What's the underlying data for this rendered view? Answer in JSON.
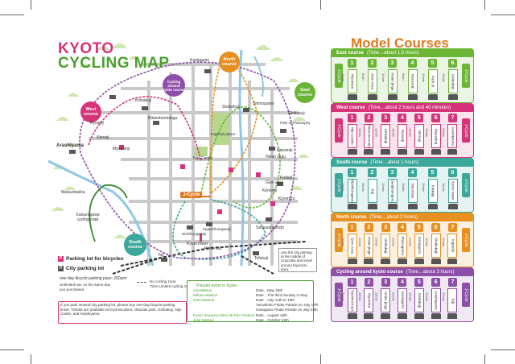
{
  "map": {
    "title_line1": "KYOTO",
    "title_line2": "CYCLING MAP",
    "bubbles": {
      "north": "North course",
      "west": "West course",
      "east": "East course",
      "south": "South course",
      "cycling_loop": "Cycling around kyoto course",
      "jcycle": "J-Cycle"
    },
    "places": {
      "kamigamo": "Kamigamo",
      "kinkakuji": "Kinkakuji",
      "ryoanji": "Ryoanji",
      "ninnaji": "Ninnaji",
      "myoshinji": "Myoshinji",
      "kitanotenmangu": "Kitanotenmangu",
      "shokokuji": "Shokokuji",
      "shimogamo": "Shimogamo",
      "ginkakuji": "Ginkakuji",
      "path_of_philosophy": "Path of Philosophy",
      "heian_jingu": "Heian jingu",
      "nanzenji": "Nanzenji",
      "imperial_palace": "Imperial palace",
      "nijo_castle": "Nijo Castle",
      "arashiyama": "Arashiyama",
      "matsuotaisha": "Matsuotaisha",
      "katsuragawa": "Katsuragawa cycling road",
      "kiyomizu": "Kiyomizu",
      "kodaiji": "Kodaiji",
      "kennin": "Kenninji",
      "gion": "Gion area",
      "sanjusangendo": "Sanjusangendo",
      "nishihongwanji": "Nishihongwanji",
      "higashihongwanji": "Higashihongwanji",
      "kyoto_tower": "Kyoto tower",
      "kyoto_sta": "Kyoto sta.",
      "toji": "Toji",
      "tofukuji": "Tofukuji"
    }
  },
  "legend": {
    "parking_bicycles": "Parking lot for bicycles",
    "city_parking": "City parking lot",
    "pass_label": "one-day bicycle parking pass: 200yen",
    "pass_note1": "Unlimited use on the same day",
    "pass_note2": "you purchased",
    "no_cycling": "No cycling zone",
    "no_cycling_sub": "Time Limited cycling zone",
    "note": "If you park several city parking lot, please buy one-day bicycle parking ticket. Tickets are available at Kiyomizudera, Okazaki park, Ginkakuji, Nijo Castle, and Arashiyama"
  },
  "note_box": "Use the city parking at the middle of Gojozaka and travel around Kiyomizu area.",
  "events": {
    "title": "Popular event in Kyoto",
    "items": [
      {
        "name": "Aoi-Matsuri",
        "date": "Date…May 15th"
      },
      {
        "name": "Mifune-Matsuri",
        "date": "Date…The third Sunday in May"
      },
      {
        "name": "Gion-Matsuri",
        "date": "Date…July 14th to 16th"
      },
      {
        "name": "",
        "date": "Yamahoko Floats Parade on July 17th"
      },
      {
        "name": "",
        "date": "Hanagasa Floats Parade on July 24th"
      },
      {
        "name": "Kyoto Gozanno Okuri-Bi Fire Festival",
        "date": "Date…August 16th"
      },
      {
        "name": "Jidai-Matsuri",
        "date": "Date…October 22th"
      }
    ]
  },
  "model": {
    "title": "Model Courses",
    "courses": [
      {
        "name": "East course",
        "time": "(Time…about 1.5 hours)",
        "color": "#6bb536",
        "start": "J-Cycle",
        "end": "J-Cycle",
        "stops": [
          {
            "n": "1",
            "name": "Kiyomizu Area",
            "min": "15min"
          },
          {
            "n": "2",
            "name": "Gion Area",
            "min": "5min"
          },
          {
            "n": "3",
            "name": "Heian jingu",
            "min": "10min"
          },
          {
            "n": "4",
            "name": "Nanzenji",
            "min": "5min"
          },
          {
            "n": "5",
            "name": "Path of Philosophy",
            "min": "10min"
          },
          {
            "n": "6",
            "name": "Ginkakuji",
            "min": "10min"
          }
        ]
      },
      {
        "name": "West course",
        "time": "(Time…about 2 hours and 40 minutes)",
        "color": "#d6337a",
        "start": "J-Cycle",
        "end": "J-Cycle",
        "stops": [
          {
            "n": "1",
            "name": "Nijo Castle",
            "min": "15min"
          },
          {
            "n": "2",
            "name": "Kitanotenmangu",
            "min": "15min"
          },
          {
            "n": "3",
            "name": "Kinkakuji",
            "min": "10min"
          },
          {
            "n": "4",
            "name": "Ryoanji",
            "min": "10min"
          },
          {
            "n": "5",
            "name": "Ninnaji",
            "min": "10min"
          },
          {
            "n": "6",
            "name": "Myoshinji",
            "min": "10min"
          },
          {
            "n": "7",
            "name": "Arashiyama",
            "min": "20min"
          }
        ]
      },
      {
        "name": "South course",
        "time": "(Time…about 1 hours)",
        "color": "#3aa89a",
        "start": "J-Cycle",
        "end": "J-Cycle",
        "stops": [
          {
            "n": "1",
            "name": "Nishihongwanji",
            "min": "10min"
          },
          {
            "n": "2",
            "name": "Toji",
            "min": "10min"
          },
          {
            "n": "3",
            "name": "Sanjusangendo",
            "min": "10min"
          },
          {
            "n": "4",
            "name": "Kiyomizu Area",
            "min": "10min"
          },
          {
            "n": "5",
            "name": "Tofukuji",
            "min": "10min"
          },
          {
            "n": "6",
            "name": "Kyoto tower",
            "min": "10min"
          }
        ]
      },
      {
        "name": "North course",
        "time": "(Time…about 2 hours)",
        "color": "#e8901f",
        "start": "J-Cycle",
        "end": "J-Cycle",
        "stops": [
          {
            "n": "1",
            "name": "Gion Area",
            "min": "10min"
          },
          {
            "n": "2",
            "name": "Heian jingu",
            "min": "10min"
          },
          {
            "n": "3",
            "name": "Ginkakuji",
            "min": "15min"
          },
          {
            "n": "4",
            "name": "Shimogamo",
            "min": "15min"
          },
          {
            "n": "5",
            "name": "Kamigamo",
            "min": "15min"
          },
          {
            "n": "6",
            "name": "Shokokuji",
            "min": "10min"
          },
          {
            "n": "7",
            "name": "Imperial palace",
            "min": "10min"
          }
        ]
      },
      {
        "name": "Cycling around kyoto course",
        "time": "(Time…about 3 hours)",
        "color": "#8e4fa8",
        "start": "J-Cycle",
        "end": "J-Cycle",
        "stops": [
          {
            "n": "1",
            "name": "Fushimi Inari",
            "min": "20min"
          },
          {
            "n": "2",
            "name": "Kiyomizu Area",
            "min": "15min"
          },
          {
            "n": "3",
            "name": "Heian jingu",
            "min": "15min"
          },
          {
            "n": "4",
            "name": "Kamigamo",
            "min": "20min"
          },
          {
            "n": "5",
            "name": "Kinkakuji",
            "min": "15min"
          },
          {
            "n": "6",
            "name": "Arashiyama",
            "min": "20min"
          },
          {
            "n": "7",
            "name": "Toji",
            "min": "20min"
          }
        ]
      }
    ]
  }
}
